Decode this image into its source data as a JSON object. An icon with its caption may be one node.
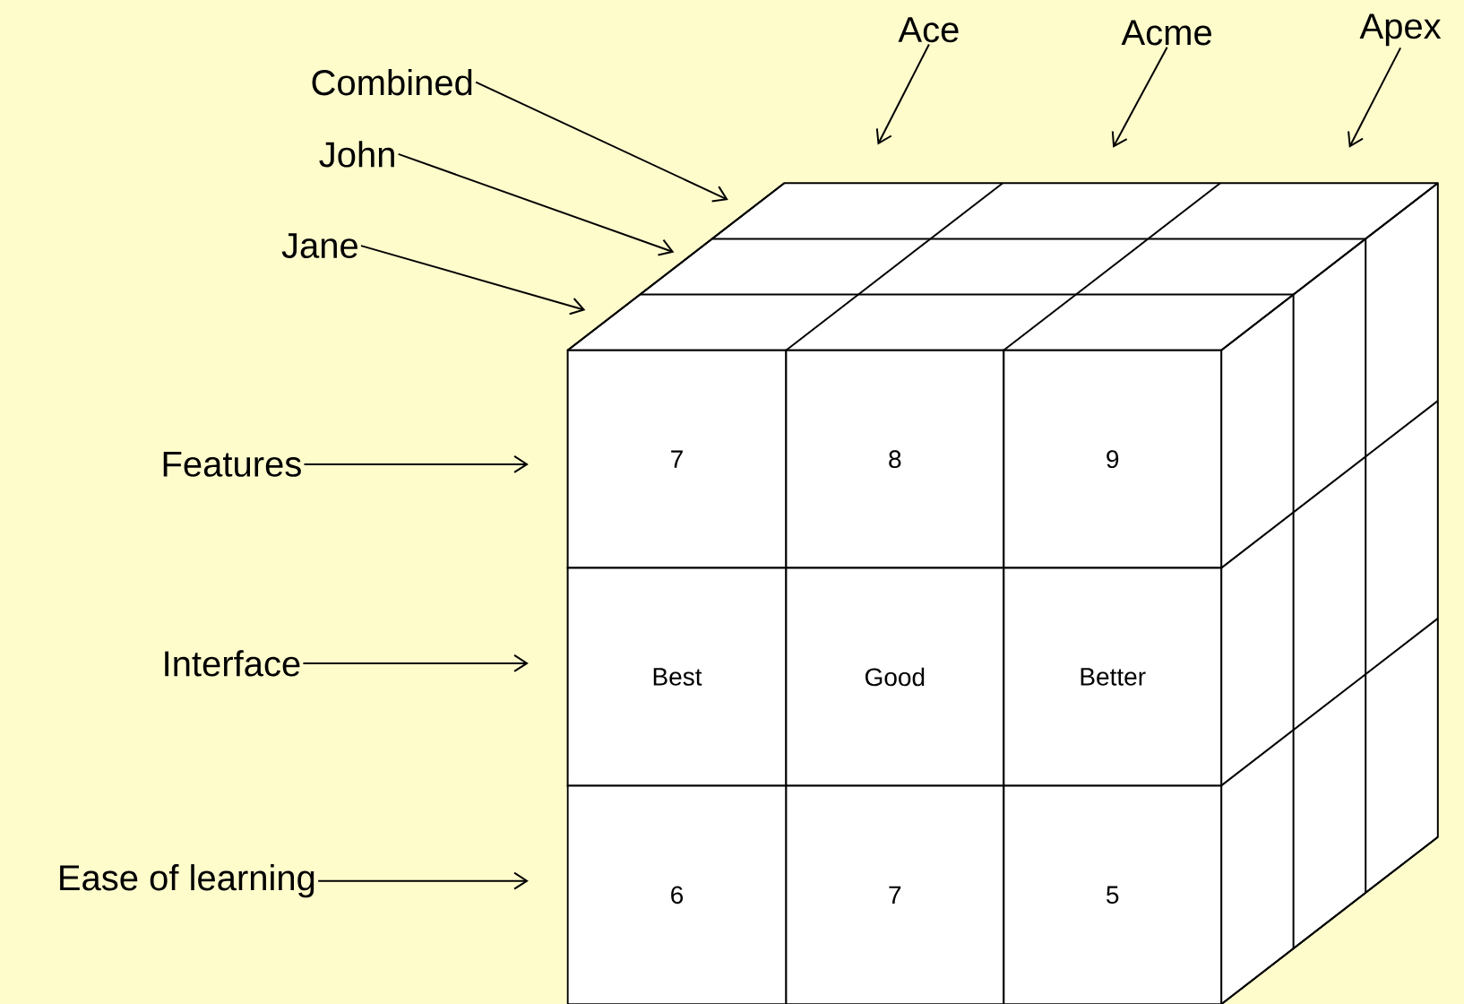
{
  "diagram": {
    "nodes": [
      {
        "text": [
          "Ace"
        ]
      },
      {
        "text": [
          "Acme"
        ]
      },
      {
        "text": [
          "Apex"
        ]
      },
      {
        "text": [
          "Combined"
        ]
      },
      {
        "text": [
          "John"
        ]
      },
      {
        "text": [
          "Jane"
        ]
      },
      {
        "text": [
          "Features"
        ]
      },
      {
        "text": [
          "Interface"
        ]
      },
      {
        "text": [
          "Ease of learning"
        ]
      },
      {
        "text": [
          "7"
        ]
      },
      {
        "text": [
          "8"
        ]
      },
      {
        "text": [
          "9"
        ]
      },
      {
        "text": [
          "Best"
        ]
      },
      {
        "text": [
          "Good"
        ]
      },
      {
        "text": [
          "Better"
        ]
      },
      {
        "text": [
          "6"
        ]
      },
      {
        "text": [
          "7"
        ]
      },
      {
        "text": [
          "5"
        ]
      }
    ],
    "edges": [
      {
        "from": 0,
        "to": null,
        "arrow": "to"
      },
      {
        "from": 1,
        "to": null,
        "arrow": "to"
      },
      {
        "from": 2,
        "to": null,
        "arrow": "to"
      },
      {
        "from": 3,
        "to": null,
        "arrow": "to"
      },
      {
        "from": 4,
        "to": null,
        "arrow": "to"
      },
      {
        "from": 5,
        "to": null,
        "arrow": "to"
      },
      {
        "from": 6,
        "to": 9,
        "arrow": "to"
      },
      {
        "from": 7,
        "to": 12,
        "arrow": "to"
      },
      {
        "from": 8,
        "to": 15,
        "arrow": "to"
      }
    ]
  }
}
